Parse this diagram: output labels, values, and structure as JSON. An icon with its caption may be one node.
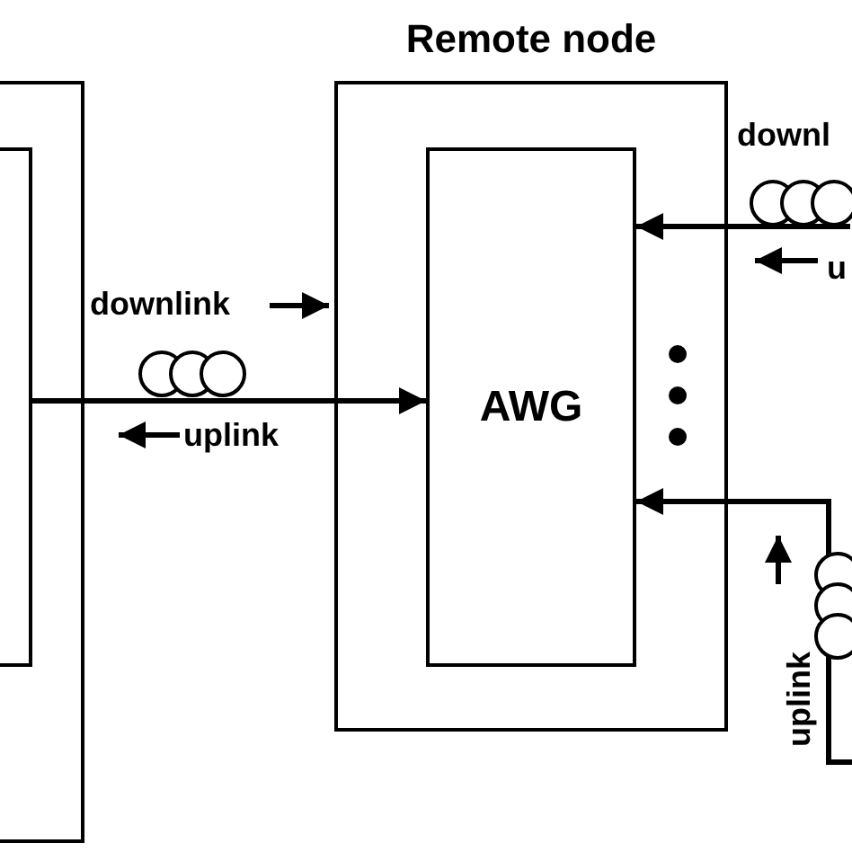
{
  "diagram": {
    "nodes": [
      {
        "text": [],
        "shape": "box"
      },
      {
        "text": [],
        "shape": "box",
        "in": 0
      },
      {
        "text": [
          "Remote node"
        ]
      },
      {
        "text": [
          "AWG"
        ],
        "in": 2
      }
    ],
    "edges": [
      {
        "from": 1,
        "to": 3,
        "arrow": "to"
      },
      {
        "from": null,
        "to": 3,
        "arrow": "to"
      },
      {
        "from": null,
        "to": 3,
        "arrow": "to"
      }
    ],
    "labels": [
      "downlink",
      "uplink",
      "downl",
      "u",
      "uplink"
    ]
  }
}
